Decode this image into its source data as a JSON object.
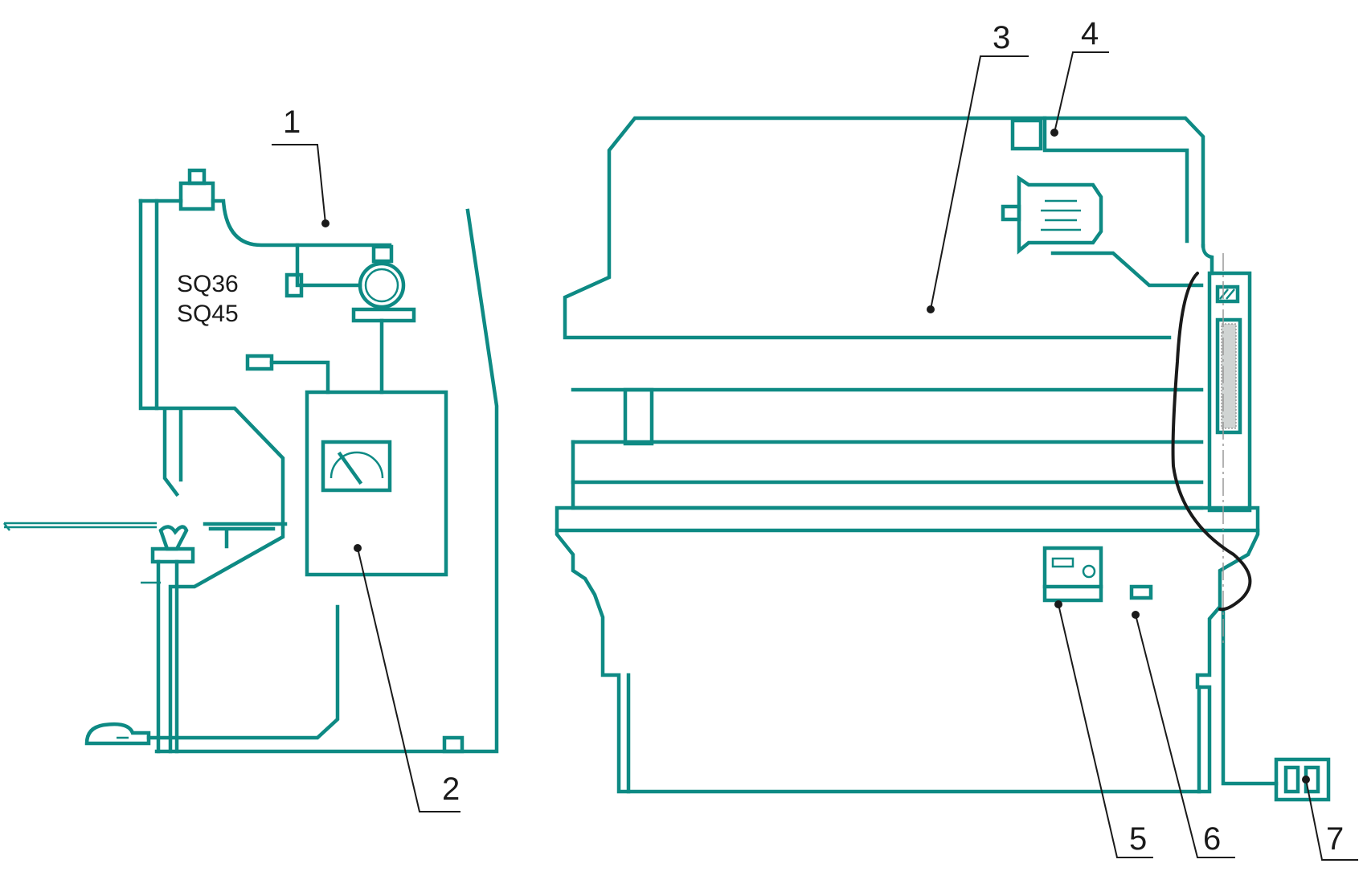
{
  "model_labels": [
    "SQ36",
    "SQ45"
  ],
  "callouts": [
    "1",
    "2",
    "3",
    "4",
    "5",
    "6",
    "7"
  ],
  "colors": {
    "machine_line": "#0e8a84",
    "leader": "#1a1a1a",
    "background": "#ffffff"
  },
  "icons": {
    "motor_side": "motor-side-icon",
    "motor_front": "motor-front-icon",
    "gauge": "gauge-icon",
    "foot_pedal": "foot-pedal-icon",
    "control_box": "control-box-icon",
    "socket": "power-socket-icon"
  }
}
